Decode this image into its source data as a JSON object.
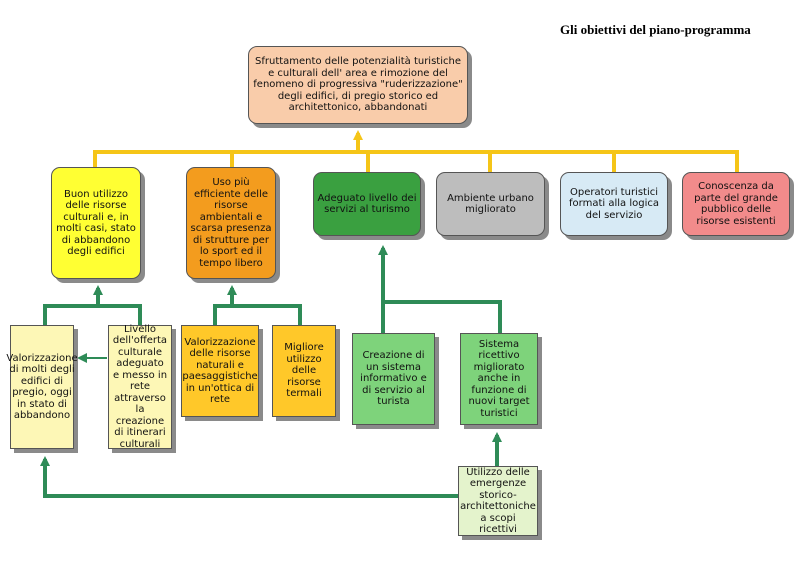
{
  "title": "Gli obiettivi del piano-programma",
  "root": "Sfruttamento delle potenzialità turistiche e culturali dell' area e rimozione del fenomeno di progressiva \"ruderizzazione\" degli edifici, di pregio storico ed architettonico, abbandonati",
  "objectives": [
    "Buon utilizzo delle risorse culturali e, in molti casi, stato di abbandono degli edifici",
    "Uso più efficiente delle risorse ambientali e scarsa presenza di strutture per lo sport ed il tempo libero",
    "Adeguato livello dei servizi al turismo",
    "Ambiente urbano migliorato",
    "Operatori turistici formati alla logica del servizio",
    "Conoscenza da parte del grande pubblico delle risorse esistenti"
  ],
  "sub_objectives": {
    "valorizzazione_edifici": "Valorizzazione di molti degli edifici di pregio, oggi in stato di abbandono",
    "livello_offerta": "Livello dell'offerta culturale adeguato e messo in rete attraverso la creazione di itinerari culturali",
    "valorizzazione_risorse": "Valorizzazione delle risorse naturali e paesaggistiche in un'ottica di rete",
    "utilizzo_termali": "Migliore utilizzo delle risorse termali",
    "sistema_informativo": "Creazione di un sistema informativo e di servizio al turista",
    "sistema_ricettivo": "Sistema ricettivo migliorato anche in funzione di nuovi target turistici",
    "utilizzo_emergenze": "Utilizzo delle emergenze storico-architettoniche a scopi ricettivi"
  },
  "colors": {
    "connector_yellow": "#f5c518",
    "connector_green": "#2e8b57",
    "root_fill": "#f9ccaa",
    "yellow": "#ffff33",
    "orange": "#f39c1e",
    "green": "#3aa040",
    "grey": "#bdbdbd",
    "light_blue": "#d7eaf5",
    "pink": "#f28b8b"
  }
}
